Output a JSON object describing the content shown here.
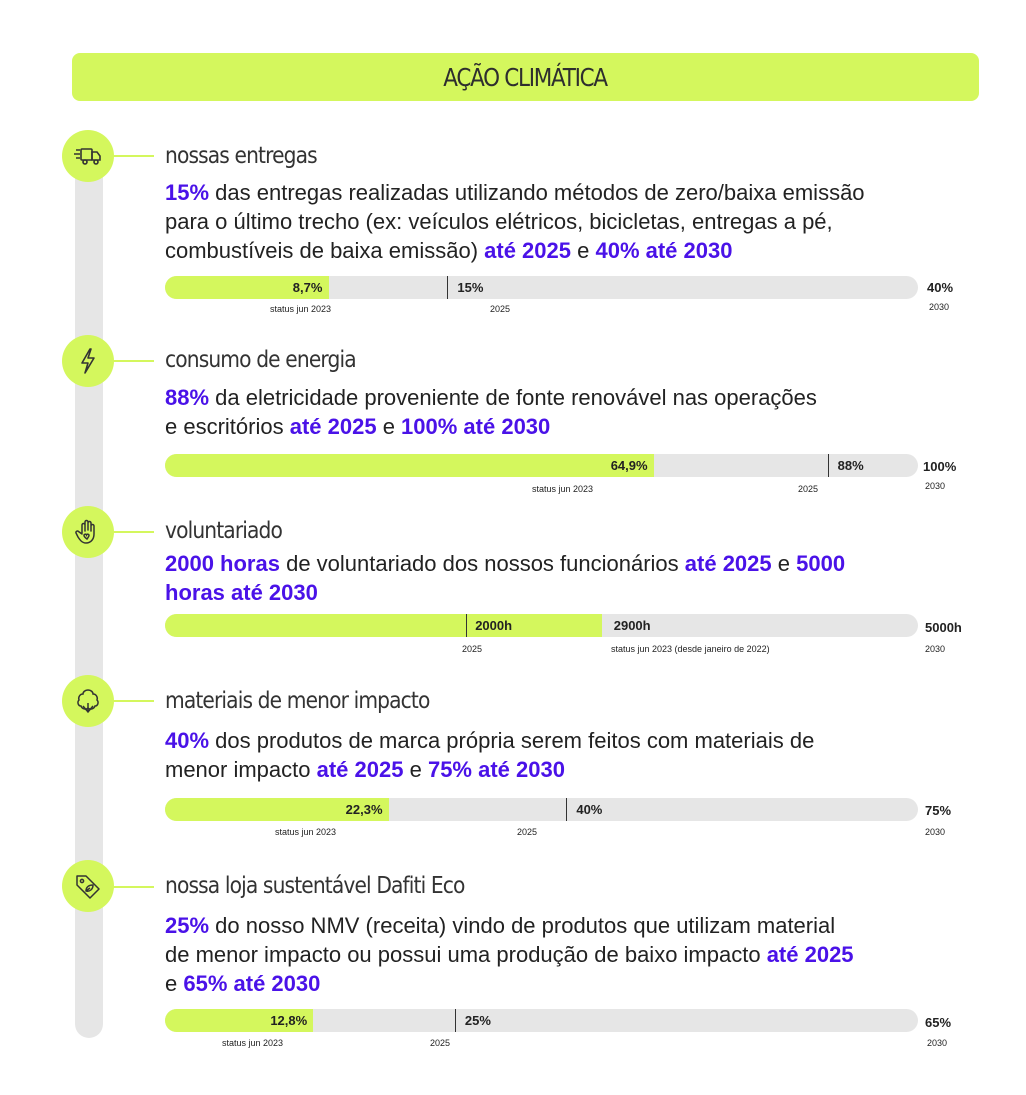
{
  "header": {
    "title": "AÇÃO CLIMÁTICA"
  },
  "colors": {
    "accent_lime": "#d4f75d",
    "highlight_purple": "#4a12e8",
    "track_gray": "#e6e6e6"
  },
  "sections": [
    {
      "icon": "delivery-truck-icon",
      "title": "nossas entregas",
      "desc": [
        {
          "t": "15%",
          "h": true
        },
        {
          "t": " das entregas realizadas utilizando métodos de zero/baixa emissão",
          "h": false
        },
        {
          "br": true
        },
        {
          "t": "para o último trecho (ex: veículos elétricos, bicicletas, entregas a pé,",
          "h": false
        },
        {
          "br": true
        },
        {
          "t": "combustíveis de baixa emissão) ",
          "h": false
        },
        {
          "t": "até 2025",
          "h": true
        },
        {
          "t": " e ",
          "h": false
        },
        {
          "t": "40% até 2030",
          "h": true
        }
      ],
      "status": {
        "value": "8,7%",
        "caption": "status jun 2023",
        "fraction": 0.2175
      },
      "target_2025": {
        "value": "15%",
        "caption": "2025",
        "fraction": 0.375
      },
      "target_2030": {
        "value": "40%",
        "caption": "2030"
      }
    },
    {
      "icon": "lightning-bolt-icon",
      "title": "consumo de energia",
      "desc": [
        {
          "t": "88%",
          "h": true
        },
        {
          "t": " da eletricidade proveniente de fonte renovável nas operações",
          "h": false
        },
        {
          "br": true
        },
        {
          "t": "e escritórios ",
          "h": false
        },
        {
          "t": "até 2025",
          "h": true
        },
        {
          "t": " e ",
          "h": false
        },
        {
          "t": "100% até 2030",
          "h": true
        }
      ],
      "status": {
        "value": "64,9%",
        "caption": "status jun 2023",
        "fraction": 0.649
      },
      "target_2025": {
        "value": "88%",
        "caption": "2025",
        "fraction": 0.88
      },
      "target_2030": {
        "value": "100%",
        "caption": "2030"
      }
    },
    {
      "icon": "hand-heart-icon",
      "title": "voluntariado",
      "desc": [
        {
          "t": "2000 horas",
          "h": true
        },
        {
          "t": " de voluntariado dos nossos funcionários ",
          "h": false
        },
        {
          "t": "até 2025",
          "h": true
        },
        {
          "t": " e ",
          "h": false
        },
        {
          "t": "5000",
          "h": true
        },
        {
          "br": true
        },
        {
          "t": "horas até 2030",
          "h": true
        }
      ],
      "status": {
        "value": "2900h",
        "caption": "status jun 2023 (desde janeiro de 2022)",
        "fraction": 0.58
      },
      "target_2025": {
        "value": "2000h",
        "caption": "2025",
        "fraction": 0.4
      },
      "target_2030": {
        "value": "5000h",
        "caption": "2030"
      }
    },
    {
      "icon": "cotton-flower-icon",
      "title": "materiais de menor impacto",
      "desc": [
        {
          "t": "40%",
          "h": true
        },
        {
          "t": " dos produtos de marca própria serem feitos com materiais de",
          "h": false
        },
        {
          "br": true
        },
        {
          "t": "menor impacto ",
          "h": false
        },
        {
          "t": "até 2025",
          "h": true
        },
        {
          "t": " e ",
          "h": false
        },
        {
          "t": "75% até 2030",
          "h": true
        }
      ],
      "status": {
        "value": "22,3%",
        "caption": "status jun 2023",
        "fraction": 0.297
      },
      "target_2025": {
        "value": "40%",
        "caption": "2025",
        "fraction": 0.533
      },
      "target_2030": {
        "value": "75%",
        "caption": "2030"
      }
    },
    {
      "icon": "eco-tag-icon",
      "title": "nossa loja sustentável Dafiti Eco",
      "desc": [
        {
          "t": "25%",
          "h": true
        },
        {
          "t": " do nosso NMV (receita) vindo de produtos que utilizam material",
          "h": false
        },
        {
          "br": true
        },
        {
          "t": "de menor impacto ou possui uma produção de baixo impacto ",
          "h": false
        },
        {
          "t": "até 2025",
          "h": true
        },
        {
          "br": true
        },
        {
          "t": "e ",
          "h": false
        },
        {
          "t": "65% até 2030",
          "h": true
        }
      ],
      "status": {
        "value": "12,8%",
        "caption": "status jun 2023",
        "fraction": 0.197
      },
      "target_2025": {
        "value": "25%",
        "caption": "2025",
        "fraction": 0.385
      },
      "target_2030": {
        "value": "65%",
        "caption": "2030"
      }
    }
  ]
}
